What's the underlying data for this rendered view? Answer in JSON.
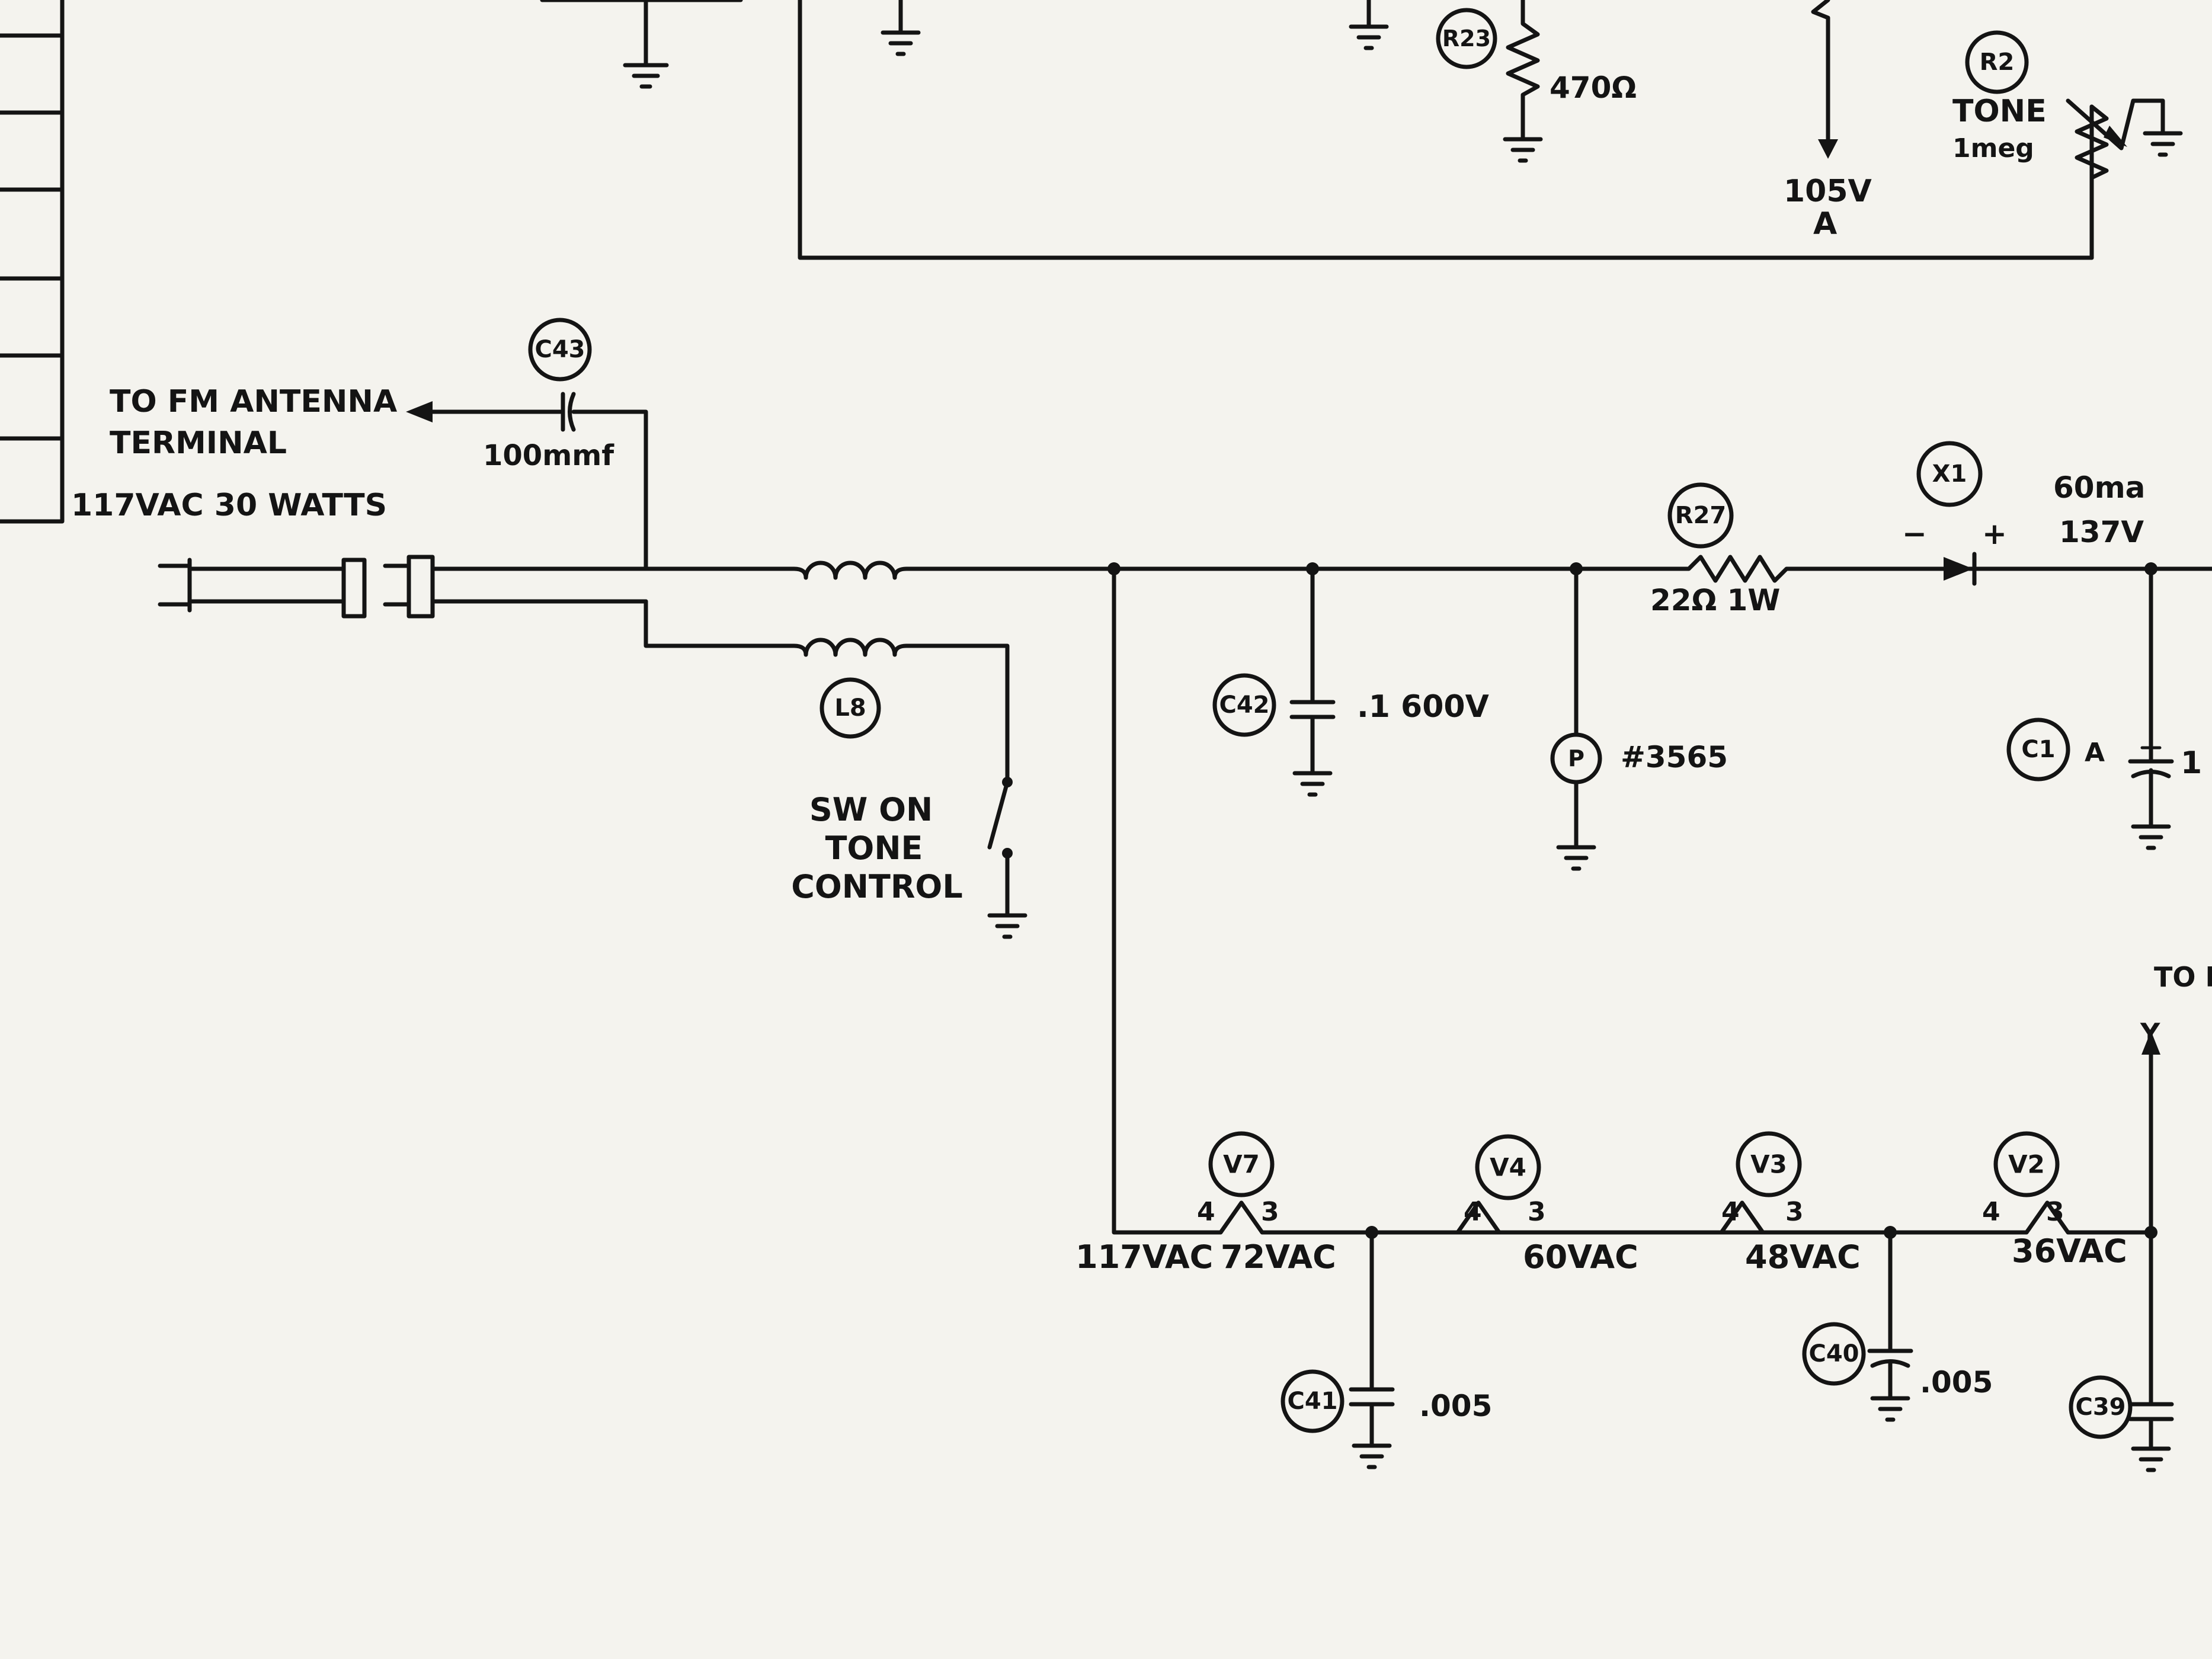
{
  "labels": {
    "fm_antenna_1": "TO FM ANTENNA",
    "fm_antenna_2": "TERMINAL",
    "power_rating": "117VAC  30 WATTS",
    "c43_value": "100mmf",
    "sw_1": "SW ON",
    "sw_2": "TONE",
    "sw_3": "CONTROL",
    "c42_value": ".1  600V",
    "pilot_value": "#3565",
    "r27_value": "22Ω 1W",
    "x1_rating_1": "60ma",
    "x1_rating_2": "137V",
    "c1_value": "1",
    "r23_value": "470Ω",
    "r2_label_1": "TONE",
    "r2_label_2": "1meg",
    "voltage_105": "105V",
    "point_a": "A",
    "heater_117": "117VAC",
    "heater_72": "72VAC",
    "heater_60": "60VAC",
    "heater_48": "48VAC",
    "heater_36": "36VAC",
    "c41_value": ".005",
    "c40_value": ".005",
    "to_right": "TO F",
    "pin_4": "4",
    "pin_3": "3",
    "node_y": "Y",
    "minus": "−",
    "plus": "+",
    "c1_a": "A"
  },
  "refs": {
    "c43": "C43",
    "l8": "L8",
    "c42": "C42",
    "r27": "R27",
    "x1": "X1",
    "c1": "C1",
    "r23": "R23",
    "r2": "R2",
    "v7": "V7",
    "v4": "V4",
    "v3": "V3",
    "v2": "V2",
    "c41": "C41",
    "c40": "C40",
    "c39": "C39",
    "pilot": "P"
  }
}
